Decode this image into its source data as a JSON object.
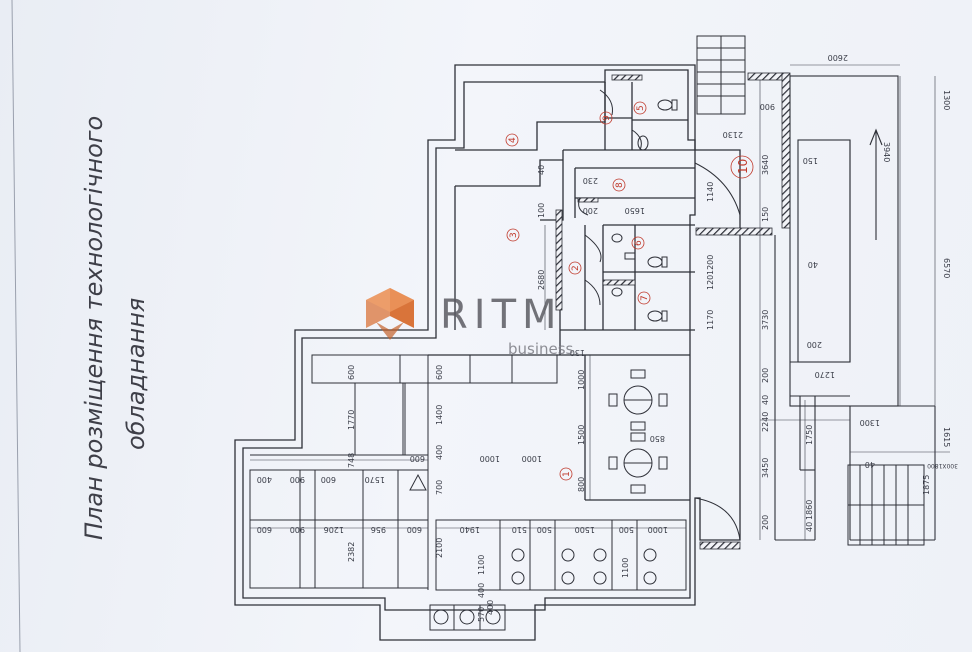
{
  "title": {
    "line1": "План розміщення технологічного",
    "line2": "обладнання"
  },
  "watermark": {
    "brand": "RITM",
    "sub": "business",
    "color_orange": "#d9743a",
    "color_gray": "#5b5b62"
  },
  "rooms": [
    "1",
    "2",
    "3",
    "4",
    "5",
    "6",
    "7",
    "8",
    "9",
    "10"
  ],
  "dimensions": {
    "d2600": "2600",
    "d1300": "1300",
    "d3940": "3940",
    "d6570": "6570",
    "d1615": "1615",
    "d1875": "1875",
    "d1300b": "1300",
    "d40a": "40",
    "d40b": "40",
    "d40c": "40",
    "d900": "900",
    "d2130": "2130",
    "d3640": "3640",
    "d150a": "150",
    "d150b": "150",
    "d1140": "1140",
    "d1200": "1200",
    "d120": "120",
    "d1170": "1170",
    "d3730": "3730",
    "d200a": "200",
    "d1270": "1270",
    "d200b": "200",
    "d2240": "2240",
    "d1750": "1750",
    "d3450": "3450",
    "d1860": "1860",
    "d200c": "200",
    "d230": "230",
    "d1650": "1650",
    "d200d": "200",
    "d100": "100",
    "d40d": "40",
    "d2680": "2680",
    "d130": "130",
    "d1000a": "1000",
    "d1500": "1500",
    "d800": "800",
    "d850": "850",
    "d600a": "600",
    "d1770": "1770",
    "d600b": "600",
    "d1400": "1400",
    "d400a": "400",
    "d1000b": "1000",
    "d1000c": "1000",
    "d600c": "600",
    "d700": "700",
    "d400b": "400",
    "d900b": "900",
    "d600d": "600",
    "d748": "748",
    "d1570": "1570",
    "d600e": "600",
    "d900c": "900",
    "d1206": "1206",
    "d956": "956",
    "d600f": "600",
    "d2382": "2382",
    "d2100": "2100",
    "d1100a": "1100",
    "d400c": "400",
    "d1940": "1940",
    "d510": "510",
    "d500a": "500",
    "d1500b": "1500",
    "d500b": "500",
    "d1000d": "1000",
    "d1100b": "1100",
    "d570": "570",
    "d400d": "400",
    "d300x1800": "300X1800"
  }
}
